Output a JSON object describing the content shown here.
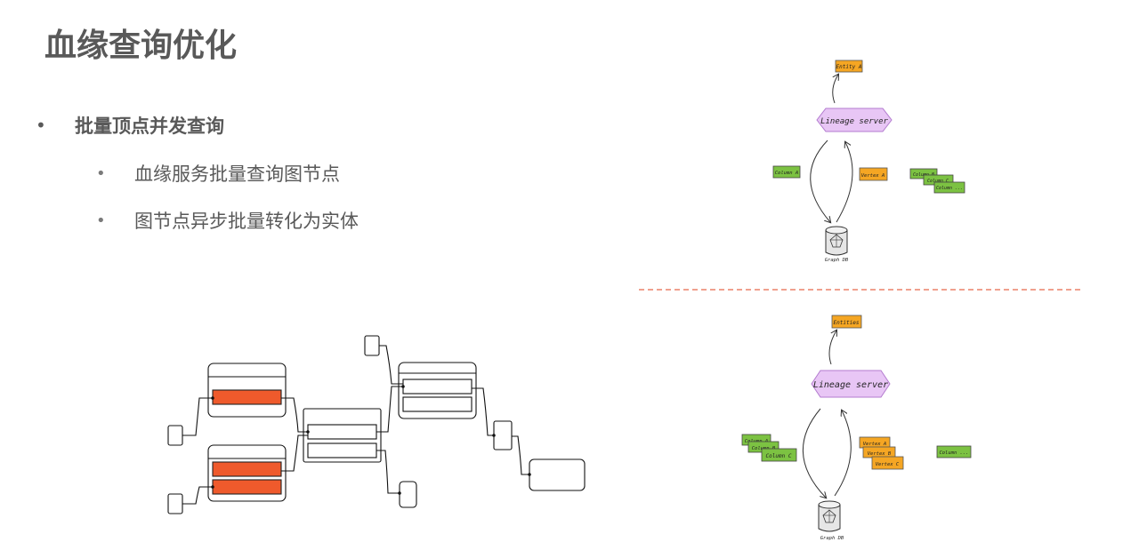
{
  "slide": {
    "title": "血缘查询优化",
    "bullets": [
      "批量顶点并发查询",
      "血缘服务批量查询图节点",
      "图节点异步批量转化为实体"
    ]
  },
  "colors": {
    "text": "#595959",
    "accent_orange": "#ef5a2c",
    "entity_orange": "#f5a623",
    "column_green": "#7cc242",
    "server_purple": "#e8c6f5",
    "divider": "#e8674a"
  },
  "diagram_top": {
    "entity": "Entity A",
    "server": "Lineage server",
    "column": "Column A",
    "vertex": "Vertex A",
    "stack_columns": [
      "Column B",
      "Column C",
      "Column ..."
    ],
    "db": "Graph DB"
  },
  "diagram_bottom": {
    "entity": "Entities",
    "server": "Lineage server",
    "columns_left": [
      "Column A",
      "Column B",
      "Column C"
    ],
    "vertices": [
      "Vertex A",
      "Vertex B",
      "Vertex C"
    ],
    "column_right": "Column ...",
    "db": "Graph DB"
  }
}
